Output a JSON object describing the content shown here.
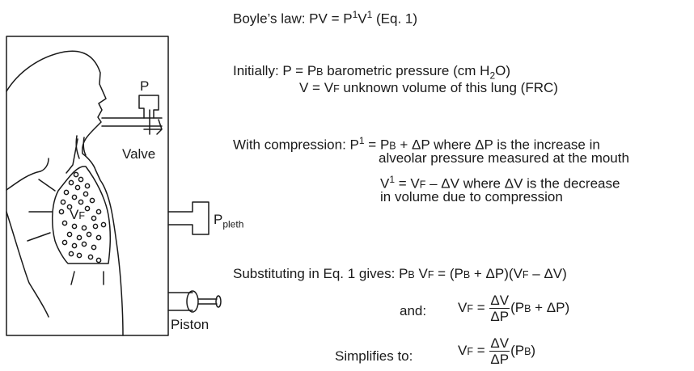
{
  "diagram": {
    "labels": {
      "p": "P",
      "valve": "Valve",
      "vf": "V",
      "vf_sub": "F",
      "ppleth": "P",
      "ppleth_sub": "pleth",
      "piston": "Piston"
    }
  },
  "equations": {
    "boyle": {
      "prefix": "Boyle’s law: PV = P",
      "sup1": "1",
      "mid": "V",
      "sup2": "1",
      "suffix": " (Eq. 1)"
    },
    "initial_p": {
      "prefix": "Initially: P = P",
      "sc": "B",
      "suffix": " barometric pressure (cm H",
      "sub": "2",
      "end": "O)"
    },
    "initial_v": {
      "prefix": "V = V",
      "sc": "F",
      "suffix": " unknown volume of this lung (FRC)"
    },
    "comp_p": {
      "prefix": "With compression: P",
      "sup": "1",
      "mid": " = P",
      "sc": "B",
      "suffix": " + ΔP where ΔP is the increase in"
    },
    "comp_p2": "alveolar pressure measured at the mouth",
    "comp_v": {
      "prefix": "V",
      "sup": "1",
      "mid": " = V",
      "sc": "F",
      "suffix": " – ΔV where ΔV is the decrease"
    },
    "comp_v2": "in volume due to compression",
    "subst": {
      "prefix": "Substituting in Eq. 1 gives: P",
      "sc1": "B",
      "mid1": " V",
      "sc2": "F",
      "mid2": " = (P",
      "sc3": "B",
      "mid3": " + ΔP)(V",
      "sc4": "F",
      "suffix": " – ΔV)"
    },
    "and": {
      "label": "and:",
      "lhs": "V",
      "lhs_sc": "F",
      "eq": " = ",
      "num": "ΔV",
      "den": "ΔP",
      "rhs_prefix": "(P",
      "rhs_sc": "B",
      "rhs_suffix": " + ΔP)"
    },
    "simplifies": {
      "label": "Simplifies to:",
      "lhs": "V",
      "lhs_sc": "F",
      "eq": " = ",
      "num": "ΔV",
      "den": "ΔP",
      "rhs_prefix": "(P",
      "rhs_sc": "B",
      "rhs_suffix": ")"
    }
  }
}
